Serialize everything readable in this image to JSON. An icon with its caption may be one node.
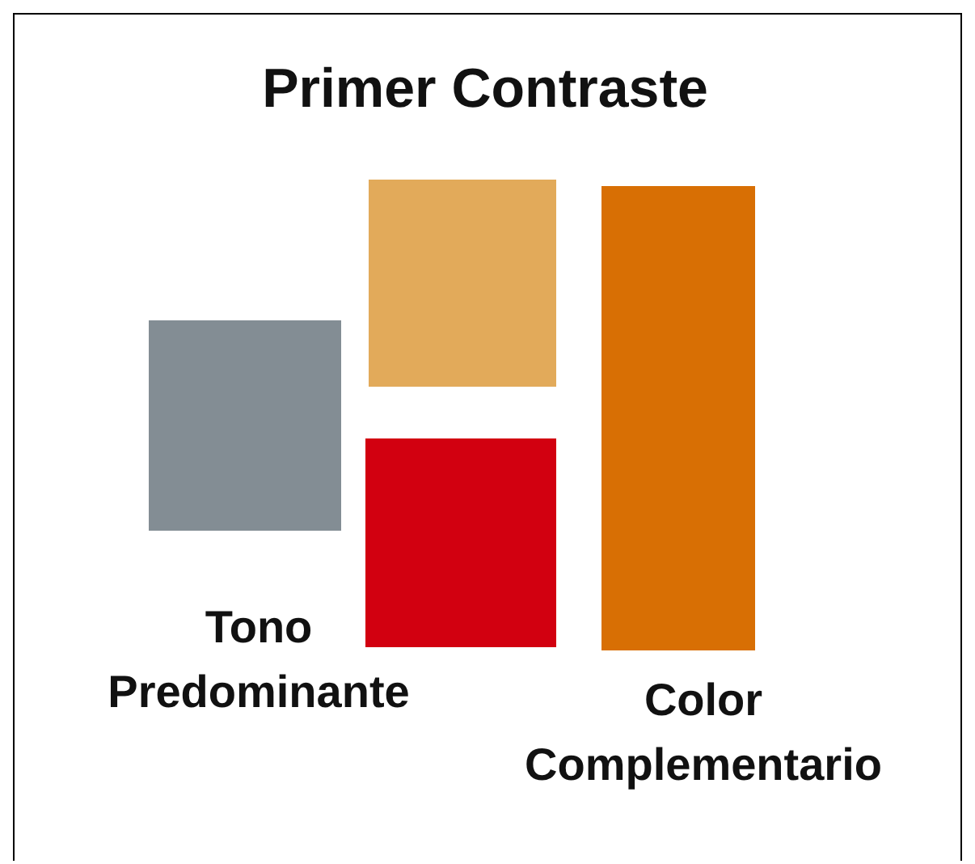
{
  "diagram": {
    "title": "Primer Contraste",
    "nodes": [
      {
        "text": [],
        "shape": "box"
      },
      {
        "text": [],
        "shape": "box"
      },
      {
        "text": [],
        "shape": "box"
      },
      {
        "text": [],
        "shape": "box"
      }
    ],
    "labels": [
      "Tono Predominante",
      "Color Complementario"
    ]
  }
}
